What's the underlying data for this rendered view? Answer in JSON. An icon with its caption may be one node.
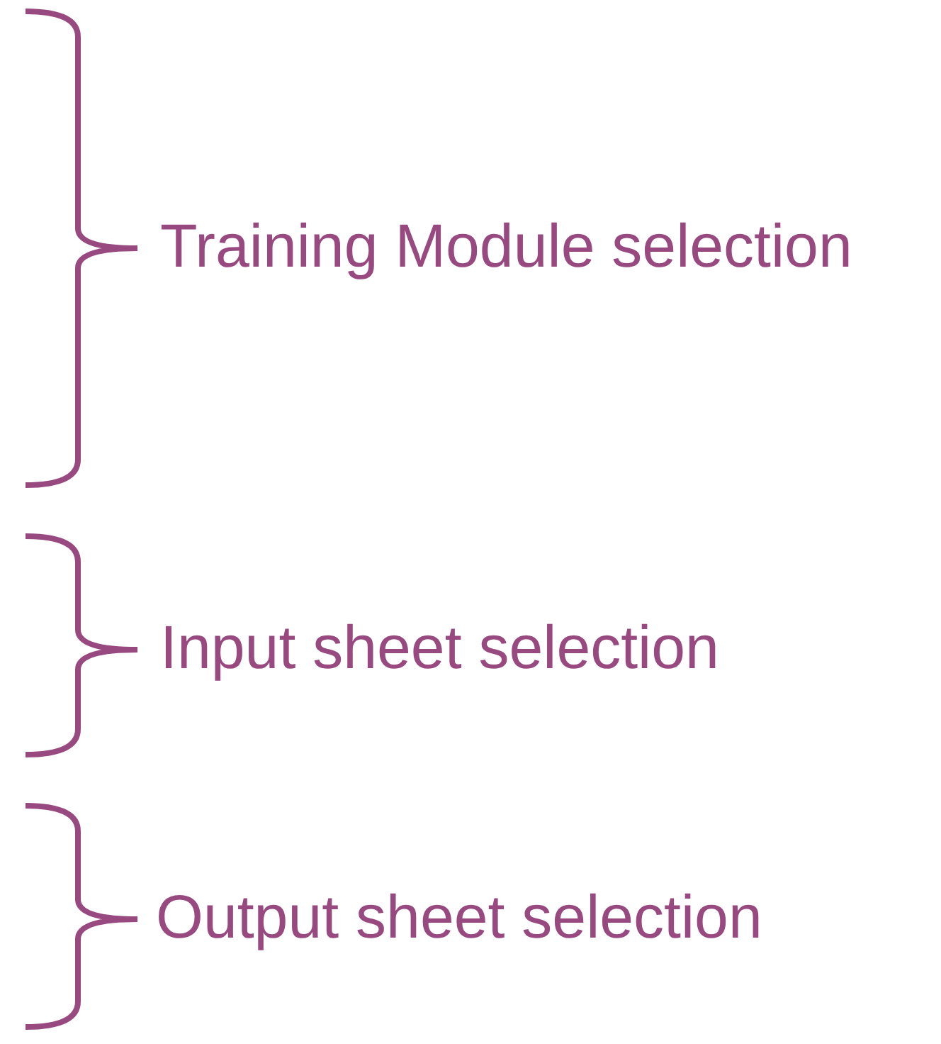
{
  "diagram": {
    "labels": [
      "Training Module selection",
      "Input sheet selection",
      "Output sheet selection"
    ]
  }
}
